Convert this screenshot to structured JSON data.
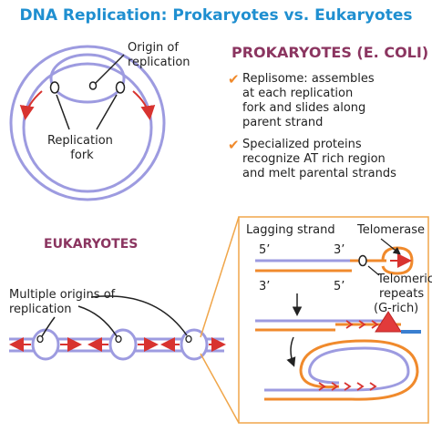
{
  "title": "DNA Replication: Prokaryotes vs. Eukaryotes",
  "prokaryote_diagram": {
    "origin_label": [
      "Origin of",
      "replication"
    ],
    "fork_label": [
      "Replication",
      "fork"
    ]
  },
  "prokaryotes": {
    "heading": "PROKARYOTES (E. COLI)",
    "bullets": [
      [
        "Replisome: assembles",
        "at each replication",
        "fork and slides along",
        "parent strand"
      ],
      [
        "Specialized proteins",
        "recognize AT rich region",
        "and melt parental strands"
      ]
    ]
  },
  "eukaryotes": {
    "heading": "EUKARYOTES",
    "origins_label": [
      "Multiple origins of",
      "replication"
    ]
  },
  "telomere": {
    "lagging_label": "Lagging strand",
    "telomerase_label": "Telomerase",
    "end_5_top": "5’",
    "end_3_top": "3’",
    "end_3_bottom": "3’",
    "end_5_bottom": "5’",
    "repeats_label": [
      "Telomeric",
      "repeats",
      "(G-rich)"
    ]
  },
  "colors": {
    "title": "#1f8fd0",
    "heading": "#8b3560",
    "dna": "#9d9be0",
    "arrow": "#d8332f",
    "orange": "#f08a2c",
    "check": "#f08a2c",
    "triangle": "#e23b3b",
    "blue_stub": "#3a7fd0",
    "box_stroke": "#f0a64a"
  }
}
